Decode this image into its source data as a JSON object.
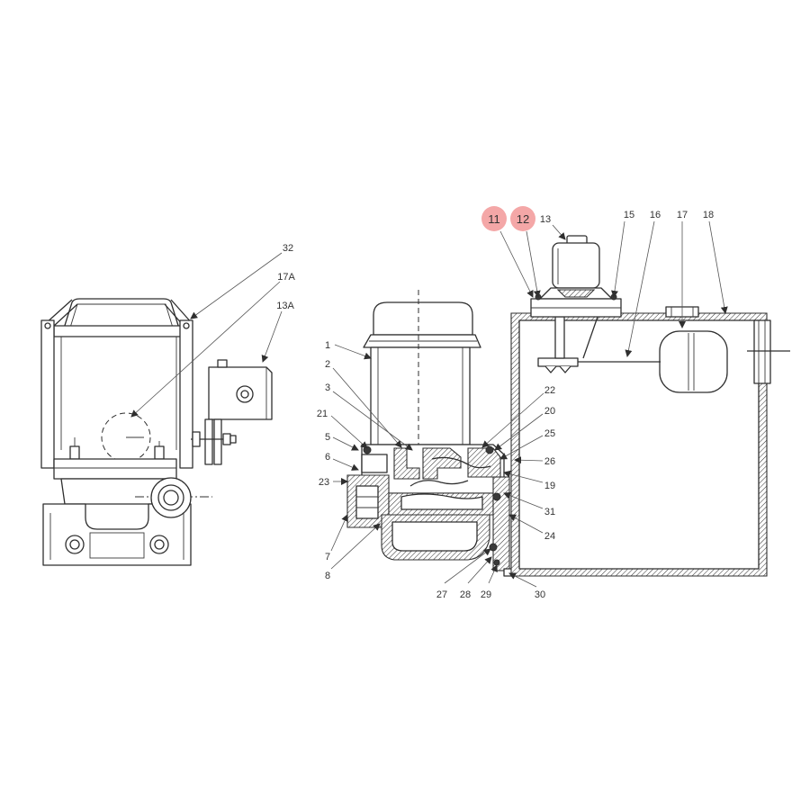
{
  "colors": {
    "highlight": "#f4a7a7",
    "ink": "#2f2f2f",
    "background": "#ffffff"
  },
  "callouts": {
    "left": {
      "c32": "32",
      "c17A": "17A",
      "c13A": "13A"
    },
    "right": {
      "c11": "11",
      "c12": "12",
      "c13": "13",
      "c15": "15",
      "c16": "16",
      "c17": "17",
      "c18": "18",
      "c1": "1",
      "c2": "2",
      "c3": "3",
      "c21": "21",
      "c5": "5",
      "c6": "6",
      "c23": "23",
      "c7": "7",
      "c8": "8",
      "c22": "22",
      "c20": "20",
      "c25": "25",
      "c26": "26",
      "c19": "19",
      "c31": "31",
      "c24": "24",
      "c27": "27",
      "c28": "28",
      "c29": "29",
      "c30": "30"
    }
  }
}
